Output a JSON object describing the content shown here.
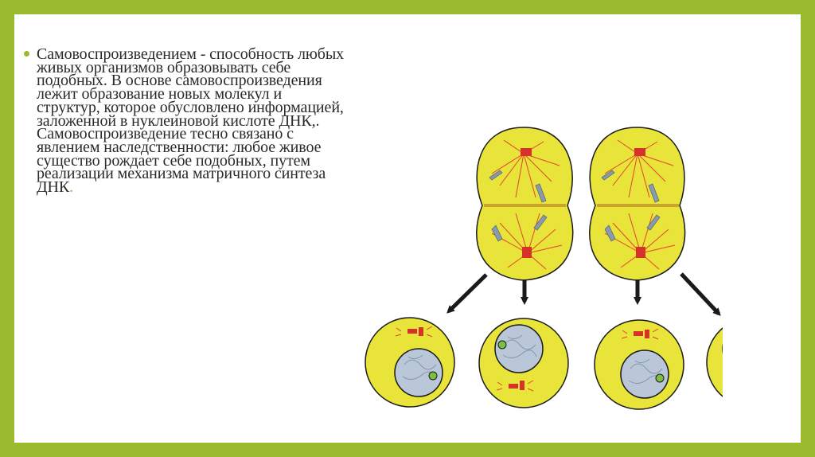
{
  "slide": {
    "bullet_text": "Самовоспроизведением - способность любых живых организмов образовывать себе подобных. В основе самовоспроизведения лежит образование новых молекул и структур, которое обусловлено информацией, заложенной в нуклеиновой кислоте ДНК,. Самовоспроизведение тесно связано с явлением наследственности: любое живое существо рождает себе подобных, путем реализации механизма матричного синтеза ДНК",
    "bullet_end": "."
  },
  "colors": {
    "frame": "#9bbb2f",
    "cell_fill": "#e8e43a",
    "cell_outline": "#1a1a1a",
    "spindle": "#e3442d",
    "chromosome": "#8a9aab",
    "nucleus": "#b9c7d8",
    "nucleolus": "#7ac043",
    "arrow": "#1a1a1a"
  },
  "diagram": {
    "icons": [
      "dividing-cell",
      "daughter-cell",
      "arrow"
    ]
  }
}
